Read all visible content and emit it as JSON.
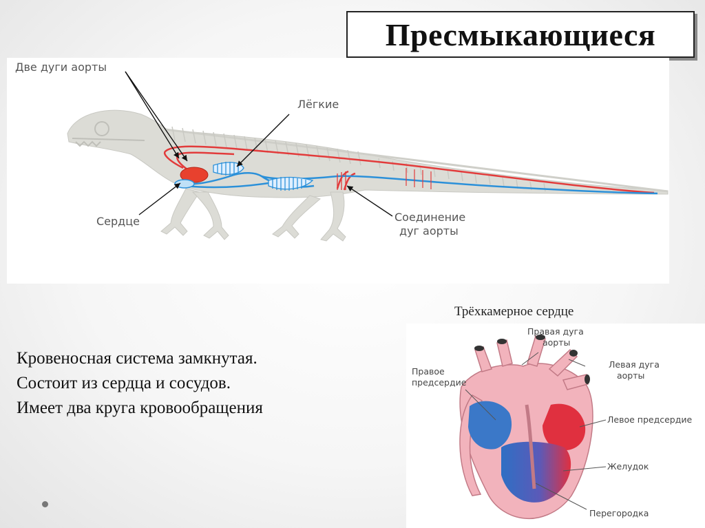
{
  "title": "Пресмыкающиеся",
  "lizard_diagram": {
    "labels": {
      "aorta_arches": "Две дуги аорты",
      "lungs": "Лёгкие",
      "heart": "Сердце",
      "junction_line1": "Соединение",
      "junction_line2": "дуг аорты"
    }
  },
  "heart_diagram": {
    "caption": "Трёхкамерное сердце",
    "labels": {
      "right_aorta_line1": "Правая дуга",
      "right_aorta_line2": "аорты",
      "left_aorta_line1": "Левая дуга",
      "left_aorta_line2": "аорты",
      "right_atrium_line1": "Правое",
      "right_atrium_line2": "предсердие",
      "left_atrium": "Левое предсердие",
      "ventricle": "Желудок",
      "septum": "Перегородка"
    }
  },
  "body_text": [
    "Кровеносная система замкнутая.",
    "Состоит из сердца и сосудов.",
    "Имеет два круга кровообращения"
  ],
  "colors": {
    "arterial": "#e23b3b",
    "venous": "#2b90d9",
    "skeleton": "#dcdcd6"
  }
}
